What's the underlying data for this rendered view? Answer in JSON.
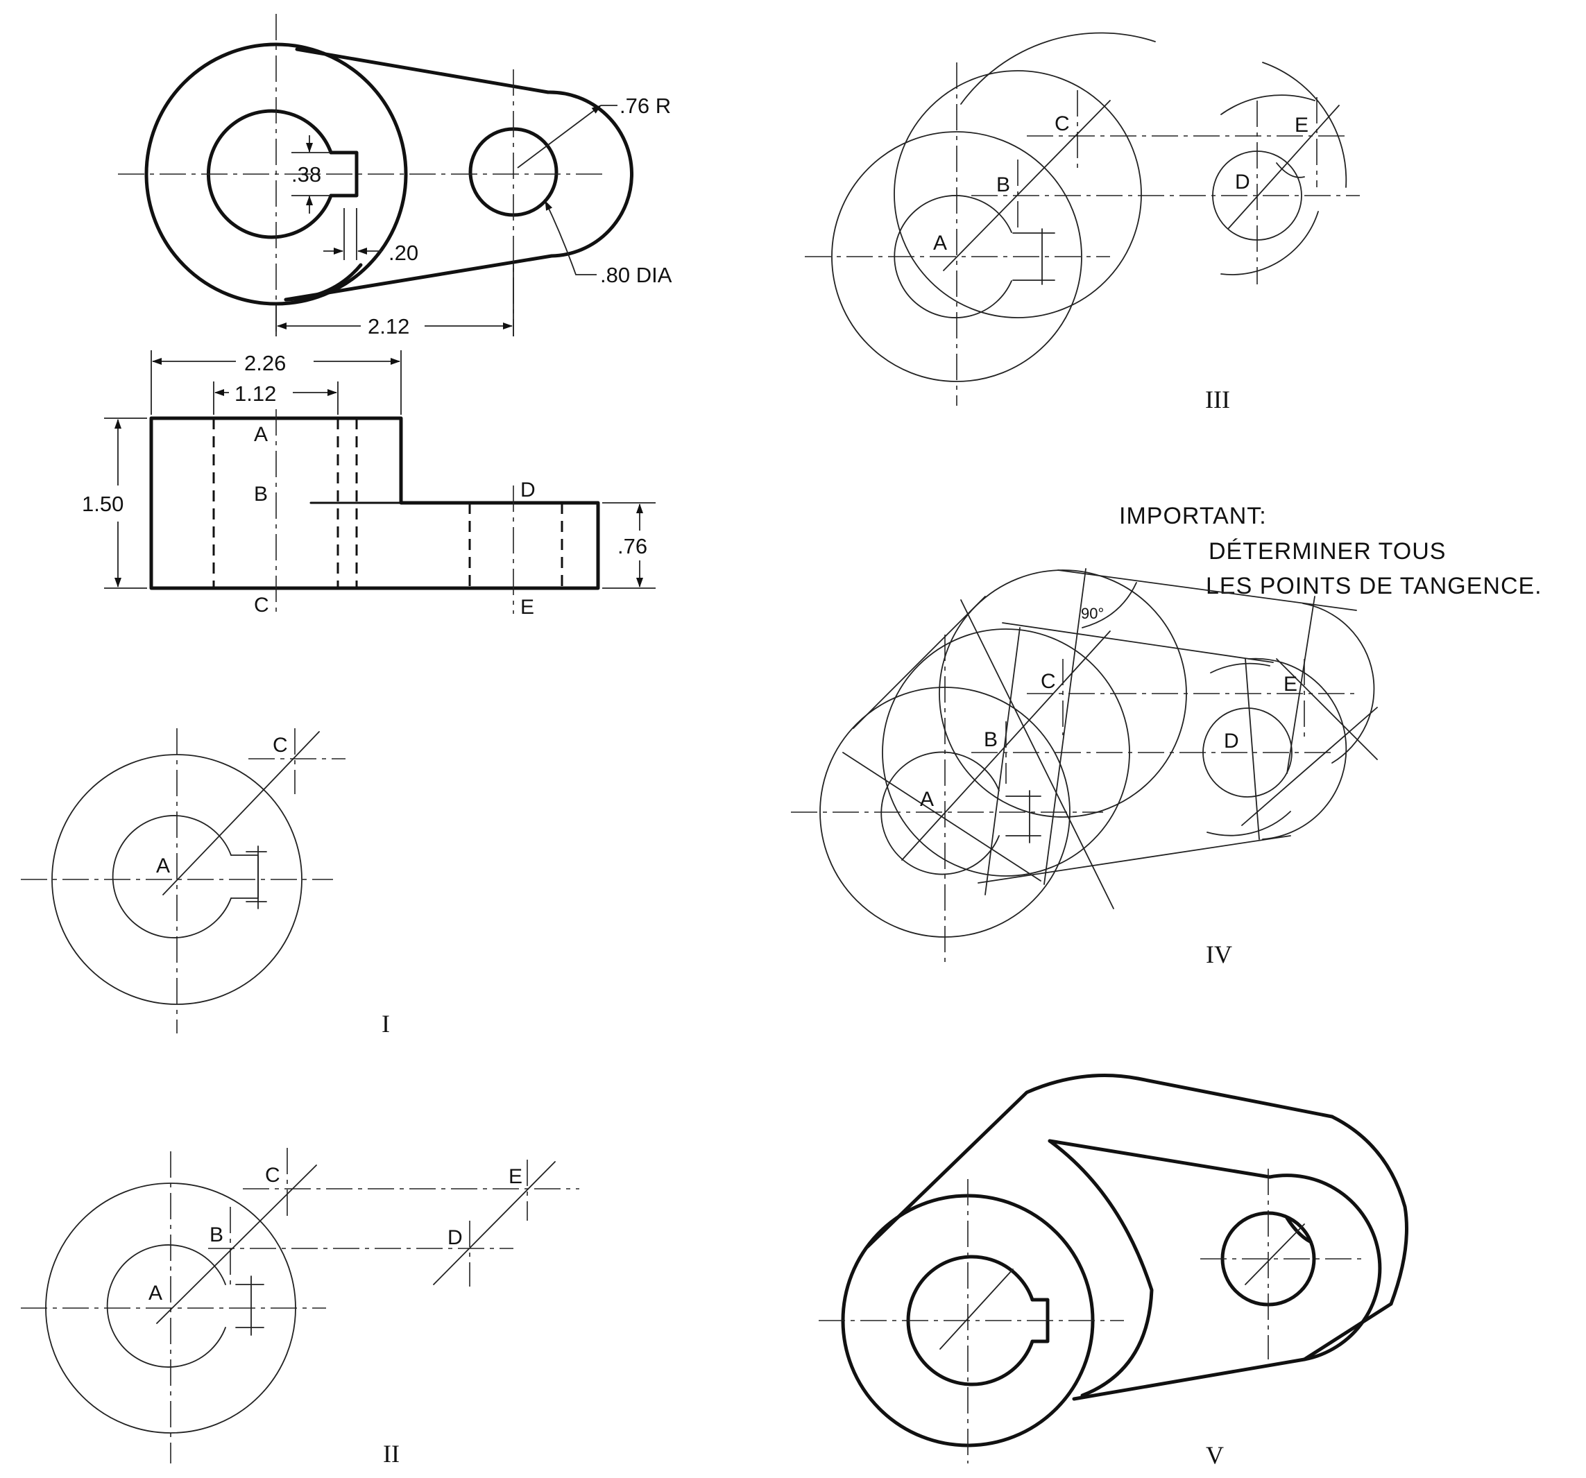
{
  "top_view": {
    "dims": {
      "key_width": ".38",
      "key_depth": ".20",
      "arm_radius": ".76 R",
      "hole_dia": ".80 DIA",
      "center_distance": "2.12"
    }
  },
  "front_view": {
    "dims": {
      "overall_width": "2.26",
      "bore_width": "1.12",
      "overall_height": "1.50",
      "arm_height": ".76"
    },
    "points": {
      "a": "A",
      "b": "B",
      "c": "C",
      "d": "D",
      "e": "E"
    }
  },
  "step1": {
    "label": "I",
    "points": {
      "a": "A",
      "c": "C"
    }
  },
  "step2": {
    "label": "II",
    "points": {
      "a": "A",
      "b": "B",
      "c": "C",
      "d": "D",
      "e": "E"
    }
  },
  "step3": {
    "label": "III",
    "points": {
      "a": "A",
      "b": "B",
      "c": "C",
      "d": "D",
      "e": "E"
    }
  },
  "step4": {
    "label": "IV",
    "angle": "90°",
    "points": {
      "a": "A",
      "b": "B",
      "c": "C",
      "d": "D",
      "e": "E"
    }
  },
  "step5": {
    "label": "V"
  },
  "note": {
    "title": "IMPORTANT:",
    "line1": "DÉTERMINER  TOUS",
    "line2": "LES  POINTS  DE  TANGENCE."
  }
}
